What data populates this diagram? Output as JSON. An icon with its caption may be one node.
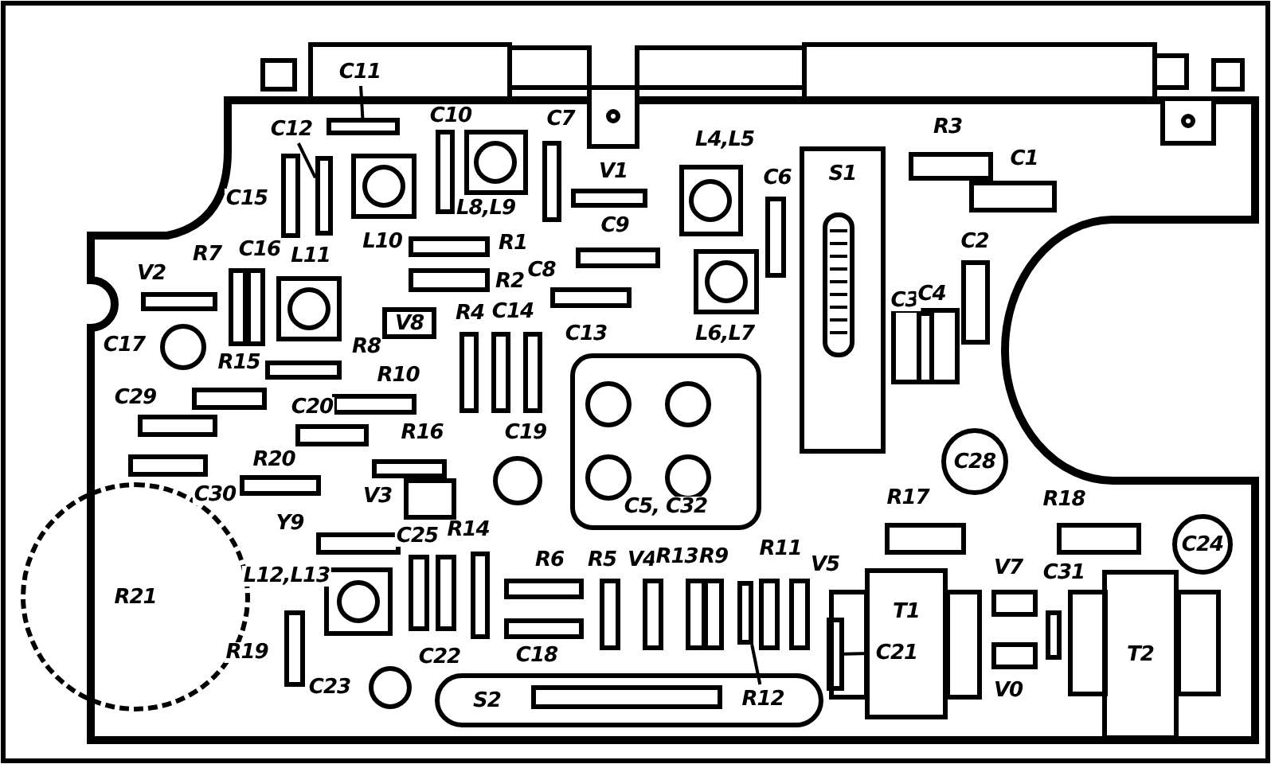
{
  "diagram": {
    "nodes": [
      {
        "text": [
          "C11"
        ]
      },
      {
        "text": [],
        "shape": "box"
      },
      {
        "text": [
          "C12"
        ]
      },
      {
        "text": [],
        "shape": "box"
      },
      {
        "text": [
          "S1"
        ]
      },
      {
        "text": [
          "V8"
        ]
      },
      {
        "text": [
          "C28"
        ]
      },
      {
        "text": [
          "C5, C32"
        ]
      },
      {
        "text": [
          "C24"
        ]
      },
      {
        "text": [
          "R21"
        ]
      },
      {
        "text": [
          "T1"
        ]
      },
      {
        "text": [
          "C21"
        ],
        "in": 10
      },
      {
        "text": [],
        "shape": "box"
      },
      {
        "text": [
          "T2"
        ]
      },
      {
        "text": [
          "S2"
        ]
      },
      {
        "text": [
          "R12"
        ],
        "in": 14
      },
      {
        "text": [],
        "shape": "box"
      }
    ],
    "edges": [
      {
        "from": 0,
        "to": 1,
        "arrow": "none"
      },
      {
        "from": 2,
        "to": 3,
        "arrow": "none"
      },
      {
        "from": 11,
        "to": 12,
        "arrow": "none"
      },
      {
        "from": 15,
        "to": 16,
        "arrow": "none"
      }
    ],
    "labels": [
      "C10",
      "C7",
      "L4,L5",
      "R3",
      "C1",
      "C15",
      "L8,L9",
      "V1",
      "C6",
      "L10",
      "R1",
      "C9",
      "C8",
      "C2",
      "R2",
      "C3",
      "C4",
      "R7",
      "C16",
      "L11",
      "V2",
      "L6,L7",
      "R4",
      "C14",
      "C13",
      "C17",
      "R8",
      "R15",
      "C29",
      "R10",
      "C20",
      "R16",
      "C19",
      "R20",
      "C30",
      "V3",
      "R17",
      "R18",
      "Y9",
      "C25",
      "R14",
      "R6",
      "R5",
      "V4",
      "R13",
      "R9",
      "R11",
      "V5",
      "L12,L13",
      "V7",
      "C31",
      "R19",
      "C22",
      "C18",
      "C23",
      "V0"
    ]
  }
}
